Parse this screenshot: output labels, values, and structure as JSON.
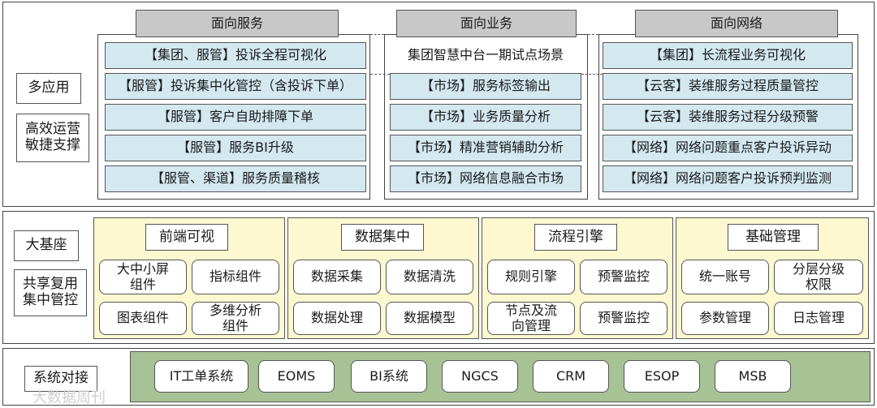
{
  "top": {
    "side_labels": [
      "多应用",
      "高效运营\n敏捷支撑"
    ],
    "columns": [
      {
        "header": "面向服务",
        "items": [
          "【集团、服管】投诉全程可视化",
          "【服管】投诉集中化管控（含投诉下单）",
          "【服管】客户自助排障下单",
          "【服管】服务BI升级",
          "【服管、渠道】服务质量稽核"
        ]
      },
      {
        "header": "面向业务",
        "plain": "集团智慧中台一期试点场景",
        "items": [
          "【市场】服务标签输出",
          "【市场】业务质量分析",
          "【市场】精准营销辅助分析",
          "【市场】网络信息融合市场"
        ]
      },
      {
        "header": "面向网络",
        "items": [
          "【集团】长流程业务可视化",
          "【云客】装维服务过程质量管控",
          "【云客】装维服务过程分级预警",
          "【网络】网络问题重点客户投诉异动",
          "【网络】网络问题客户投诉预判监测"
        ]
      }
    ]
  },
  "middle": {
    "side_labels": [
      "大基座",
      "共享复用\n集中管控"
    ],
    "groups": [
      {
        "title": "前端可视",
        "cells": [
          "大中小屏\n组件",
          "指标组件",
          "图表组件",
          "多维分析\n组件"
        ]
      },
      {
        "title": "数据集中",
        "cells": [
          "数据采集",
          "数据清洗",
          "数据处理",
          "数据模型"
        ]
      },
      {
        "title": "流程引擎",
        "cells": [
          "规则引擎",
          "预警监控",
          "节点及流\n向管理",
          "预警监控"
        ]
      },
      {
        "title": "基础管理",
        "cells": [
          "统一账号",
          "分层分级\n权限",
          "参数管理",
          "日志管理"
        ]
      }
    ]
  },
  "bottom": {
    "side_label": "系统对接",
    "systems": [
      "IT工单系统",
      "EOMS",
      "BI系统",
      "NGCS",
      "CRM",
      "ESOP",
      "MSB"
    ]
  },
  "watermark": "大数据周刊"
}
